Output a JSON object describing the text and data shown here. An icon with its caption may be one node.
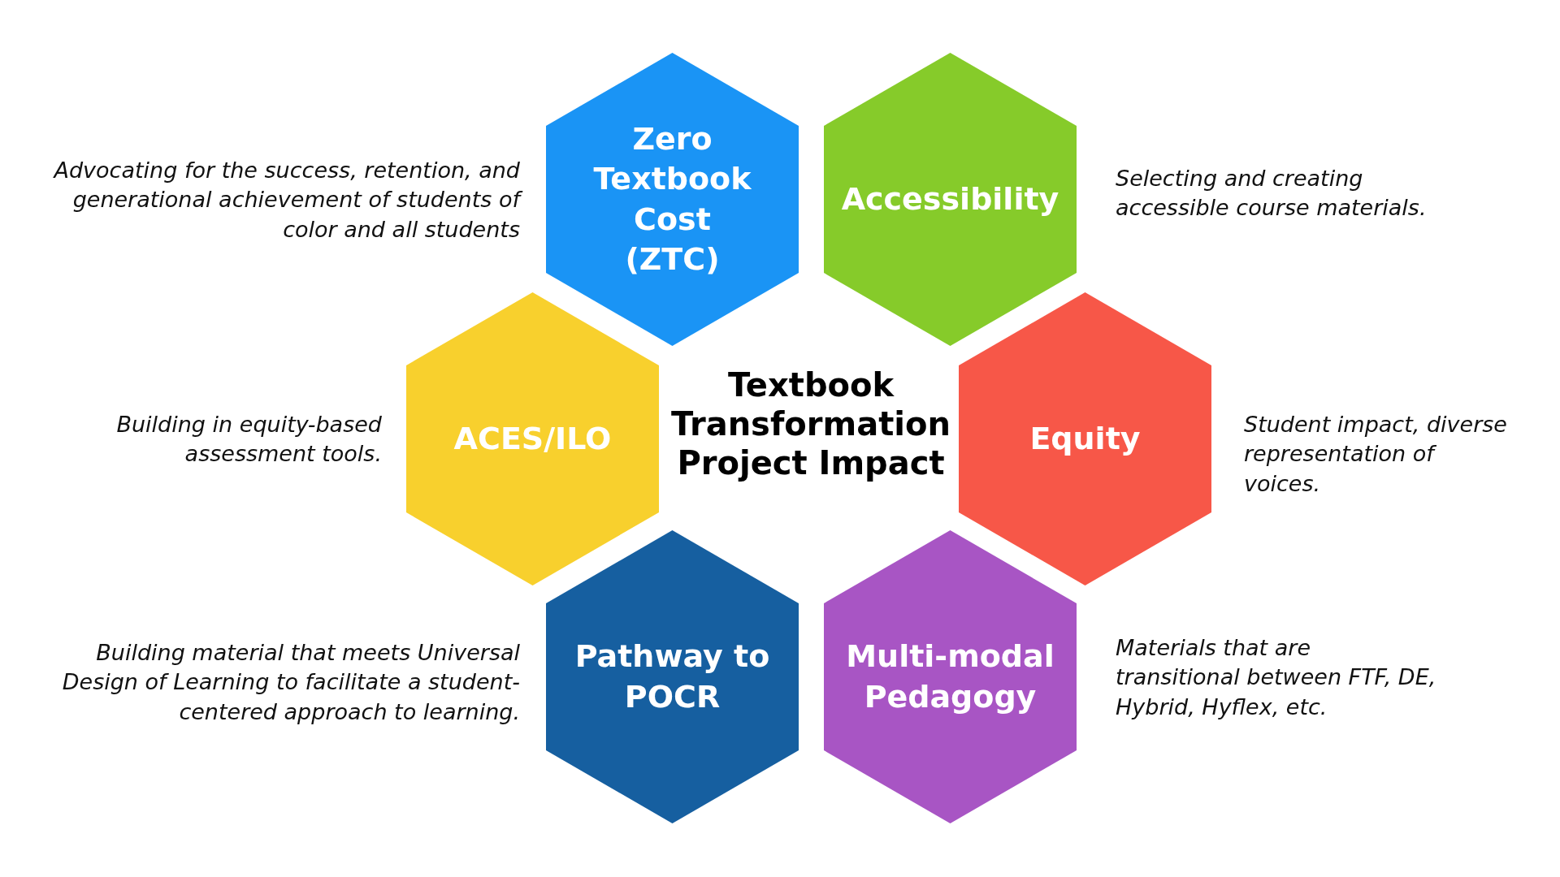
{
  "diagram": {
    "title": "Textbook Transformation Project Impact",
    "nodes": [
      {
        "text": [
          "Zero Textbook Cost (ZTC)"
        ],
        "beside": [
          "Advocating for the success, retention, and generational achievement of students of color and all students"
        ]
      },
      {
        "text": [
          "Accessibility"
        ],
        "beside": [
          "Selecting and creating accessible course materials."
        ]
      },
      {
        "text": [
          "ACES/ILO"
        ],
        "beside": [
          "Building in equity-based assessment tools."
        ]
      },
      {
        "text": [
          "Equity"
        ],
        "beside": [
          "Student impact, diverse representation of voices."
        ]
      },
      {
        "text": [
          "Pathway to POCR"
        ],
        "beside": [
          "Building material that meets Universal Design of Learning to facilitate a student-centered approach to learning."
        ]
      },
      {
        "text": [
          "Multi-modal Pedagogy"
        ],
        "beside": [
          "Materials that are transitional between FTF, DE, Hybrid, Hyflex, etc."
        ]
      }
    ]
  }
}
